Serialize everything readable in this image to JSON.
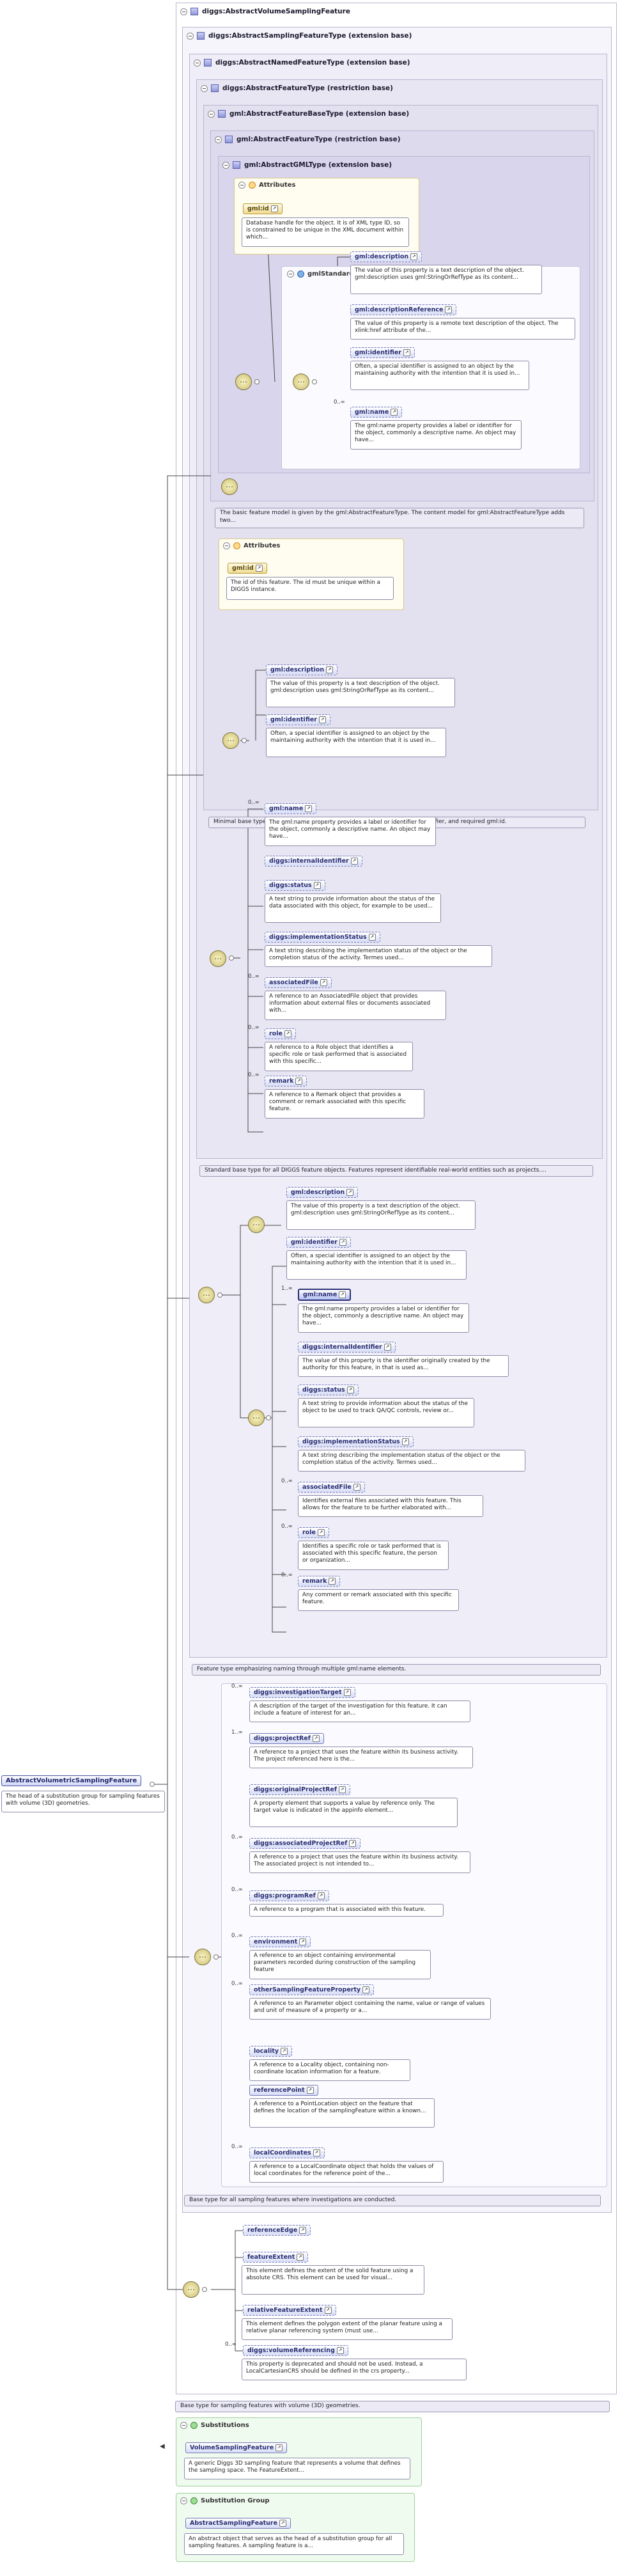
{
  "titles": {
    "root": "diggs:AbstractVolumeSamplingFeature",
    "l1": "diggs:AbstractSamplingFeatureType (extension base)",
    "l2": "diggs:AbstractNamedFeatureType (extension base)",
    "l3": "diggs:AbstractFeatureType (restriction base)",
    "l4": "gml:AbstractFeatureBaseType (extension base)",
    "l5": "gml:AbstractFeatureType (restriction base)",
    "l6": "gml:AbstractGMLType (extension base)"
  },
  "labels": {
    "attributes": "Attributes",
    "gml_std": "gmlStandardObjectProperties",
    "substitutions": "Substitutions",
    "subgroup": "Substitution Group"
  },
  "root_element": {
    "name": "AbstractVolumetricSamplingFeature",
    "doc": "The head of a substitution group for sampling features with volume (3D) geometries."
  },
  "gml_type": {
    "attr_name": "gml:id",
    "attr_doc": "Database handle for the object. It is of XML type ID, so is constrained to be unique in the XML document within which...",
    "elements": [
      {
        "name": "gml:description",
        "doc": "The value of this property is a text description of the object. gml:description uses gml:StringOrRefType as its content..."
      },
      {
        "name": "gml:descriptionReference",
        "doc": "The value of this property is a remote text description of the object. The xlink:href attribute of the..."
      },
      {
        "name": "gml:identifier",
        "doc": "Often, a special identifier is assigned to an object by the maintaining authority with the intention that it is used in..."
      },
      {
        "name": "gml:name",
        "card": "0..∞",
        "doc": "The gml:name property provides a label or identifier for the object, commonly a descriptive name. An object may have..."
      }
    ]
  },
  "bars": {
    "b5": "The basic feature model is given by the gml:AbstractFeatureType. The content model for gml:AbstractFeatureType adds two...",
    "b4": "Minimal base type for DIGGS features, providing only GML description, identifier, and required gml:id.",
    "b3": "Standard base type for all DIGGS feature objects. Features represent identifiable real-world entities such as projects....",
    "b2": "Feature type emphasizing naming through multiple gml:name elements.",
    "b1": "Base type for all sampling features where investigations are conducted.",
    "b0": "Base type for sampling features with volume (3D) geometries."
  },
  "base4": {
    "attr_name": "gml:id",
    "attr_doc": "The id of this feature. The id must be unique within a DIGGS instance.",
    "elements": [
      {
        "name": "gml:description",
        "doc": "The value of this property is a text description of the object. gml:description uses gml:StringOrRefType as its content..."
      },
      {
        "name": "gml:identifier",
        "doc": "Often, a special identifier is assigned to an object by the maintaining authority with the intention that it is used in..."
      }
    ]
  },
  "diggs_feature": [
    {
      "name": "gml:name",
      "card": "0..∞",
      "doc": "The gml:name property provides a label or identifier for the object, commonly a descriptive name. An object may have..."
    },
    {
      "name": "diggs:internalIdentifier",
      "doc": ""
    },
    {
      "name": "diggs:status",
      "doc": "A text string to provide information about the status of the data associated with this object, for example to be used..."
    },
    {
      "name": "diggs:implementationStatus",
      "doc": "A text string describing the implementation status of the object or the completion status of the activity. Termes used..."
    },
    {
      "name": "associatedFile",
      "card": "0..∞",
      "doc": "A reference to an AssociatedFile object that provides information about external files or documents associated with..."
    },
    {
      "name": "role",
      "card": "0..∞",
      "doc": "A reference to a Role object that identifies a specific role or task performed that is associated with this specific..."
    },
    {
      "name": "remark",
      "card": "0..∞",
      "doc": "A reference to a Remark object that provides a comment or remark associated with this specific feature."
    }
  ],
  "named_feature": [
    {
      "name": "gml:description",
      "doc": "The value of this property is a text description of the object. gml:description uses gml:StringOrRefType as its content..."
    },
    {
      "name": "gml:identifier",
      "doc": "Often, a special identifier is assigned to an object by the maintaining authority with the intention that it is used in..."
    },
    {
      "name": "gml:name",
      "card": "1..∞",
      "doc": "The gml:name property provides a label or identifier for the object, commonly a descriptive name. An object may have..."
    },
    {
      "name": "diggs:internalIdentifier",
      "doc": "The value of this property is the identifier originally created by the authority for this feature, in that is used as..."
    },
    {
      "name": "diggs:status",
      "doc": "A text string to provide information about the status of the object to be used to track QA/QC controls, review or..."
    },
    {
      "name": "diggs:implementationStatus",
      "doc": "A text string describing the implementation status of the object or the completion status of the activity. Termes used..."
    },
    {
      "name": "associatedFile",
      "card": "0..∞",
      "doc": "Identifies external files associated with this feature. This allows for the feature to be further elaborated with..."
    },
    {
      "name": "role",
      "card": "0..∞",
      "doc": "Identifies a specific role or task performed that is associated with this specific feature, the person or organization..."
    },
    {
      "name": "remark",
      "card": "0..∞",
      "doc": "Any comment or remark associated with this specific feature."
    }
  ],
  "sampling_feature": [
    {
      "name": "diggs:investigationTarget",
      "card": "0..∞",
      "doc": "A description of the target of the investigation for this feature. It can include a feature of interest for an..."
    },
    {
      "name": "diggs:projectRef",
      "card": "1..∞",
      "doc": "A reference to a project that uses the feature within its business activity. The project referenced here is the..."
    },
    {
      "name": "diggs:originalProjectRef",
      "doc": "A property element that supports a value by reference only. The target value is indicated in the appinfo element..."
    },
    {
      "name": "diggs:associatedProjectRef",
      "card": "0..∞",
      "doc": "A reference to a project that uses the feature within its business activity. The associated project is not intended to..."
    },
    {
      "name": "diggs:programRef",
      "card": "0..∞",
      "doc": "A reference to a program that is associated with this feature."
    },
    {
      "name": "environment",
      "card": "0..∞",
      "doc": "A reference to an object containing environmental parameters recorded during construction of the sampling feature"
    },
    {
      "name": "otherSamplingFeatureProperty",
      "card": "0..∞",
      "doc": "A reference to an Parameter object containing the name, value or range of values and unit of measure of a property or a..."
    },
    {
      "name": "locality",
      "doc": "A reference to a Locality object, containing non-coordinate location information for a feature."
    },
    {
      "name": "referencePoint",
      "doc": "A reference to a PointLocation object on the feature that defines the location of the samplingFeature within a known..."
    },
    {
      "name": "localCoordinates",
      "card": "0..∞",
      "doc": "A reference to a LocalCoordinate object that holds the values of local coordinates for the reference point of the..."
    }
  ],
  "volume_feature": [
    {
      "name": "referenceEdge",
      "doc": ""
    },
    {
      "name": "featureExtent",
      "doc": "This element defines the extent of the solid feature using a absolute CRS. This element can be used for visual..."
    },
    {
      "name": "relativeFeatureExtent",
      "doc": "This element defines the polygon extent of the planar feature using a relative planar referencing system (must use..."
    },
    {
      "name": "diggs:volumeReferencing",
      "card": "0..∞",
      "doc": "This property is deprecated and should not be used. Instead, a LocalCartesianCRS should be defined in the crs property..."
    }
  ],
  "substitutions": {
    "name": "VolumeSamplingFeature",
    "doc": "A generic Diggs 3D sampling feature that represents a volume that defines the sampling space. The FeatureExtent..."
  },
  "subgroup": {
    "name": "AbstractSamplingFeature",
    "doc": "An abstract object that serves as the head of a substitution group for all sampling features. A sampling feature is a..."
  }
}
